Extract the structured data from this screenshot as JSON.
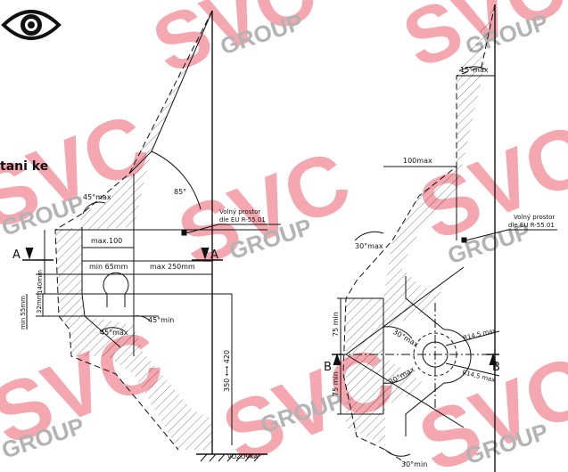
{
  "header": {
    "cut_text": "tani ke"
  },
  "toolbar": {
    "view_icon": "eye-icon"
  },
  "watermark": {
    "logo": "SVC",
    "group": "GROUP",
    "accent": "#f06a7a"
  },
  "left_drawing": {
    "angle_top": "85°",
    "angle_45_top": "45°max",
    "dim_max100": "max.100",
    "free_space_1": "Volný prostor",
    "free_space_2": "dle EU R-55.01",
    "section_letter": "A",
    "dim_min65": "min 65mm",
    "dim_max250": "max 250mm",
    "dim_140": "140mm",
    "dim_min55": "min 55mm",
    "dim_32": "32mm",
    "angle_45_min": "45°min",
    "angle_45_max": "45°max",
    "dim_350_420": "350 ⟷ 420",
    "ground_label": "VOZOVKA"
  },
  "right_drawing": {
    "angle_top": "15°max",
    "dim_100max": "100max",
    "free_space_1": "Volný prostor",
    "free_space_2": "dle EU R-55.01",
    "angle_30_max": "30°max",
    "dim_75_min_top": "75 min",
    "dim_75_min_bottom": "75 min",
    "angle_30_upper": "30°max",
    "angle_30_lower": "30°max",
    "radius_upper": "R14,5 max",
    "radius_lower": "R14,5 max",
    "section_letter": "B",
    "angle_bottom": "30°min"
  }
}
